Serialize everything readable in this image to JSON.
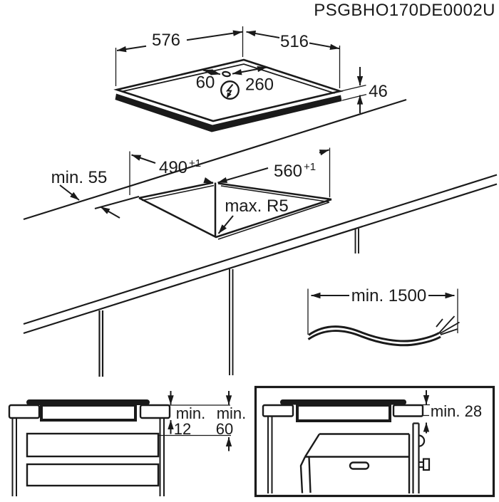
{
  "title": "PSGBHO170DE0002U",
  "hob_view": {
    "width": "576",
    "depth": "516",
    "height": "46",
    "cable_offset_left": "60",
    "cable_offset_right": "260"
  },
  "cutout_view": {
    "back_clearance": "min. 55",
    "depth": "490",
    "depth_tolerance": "+1",
    "width": "560",
    "width_tolerance": "+1",
    "corner_radius": "max. R5"
  },
  "cable_view": {
    "length": "min. 1500"
  },
  "drawer_view": {
    "min_label_1": "min.",
    "value_1": "12",
    "min_label_2": "min.",
    "value_2": "60"
  },
  "oven_view": {
    "clearance": "min. 28"
  }
}
